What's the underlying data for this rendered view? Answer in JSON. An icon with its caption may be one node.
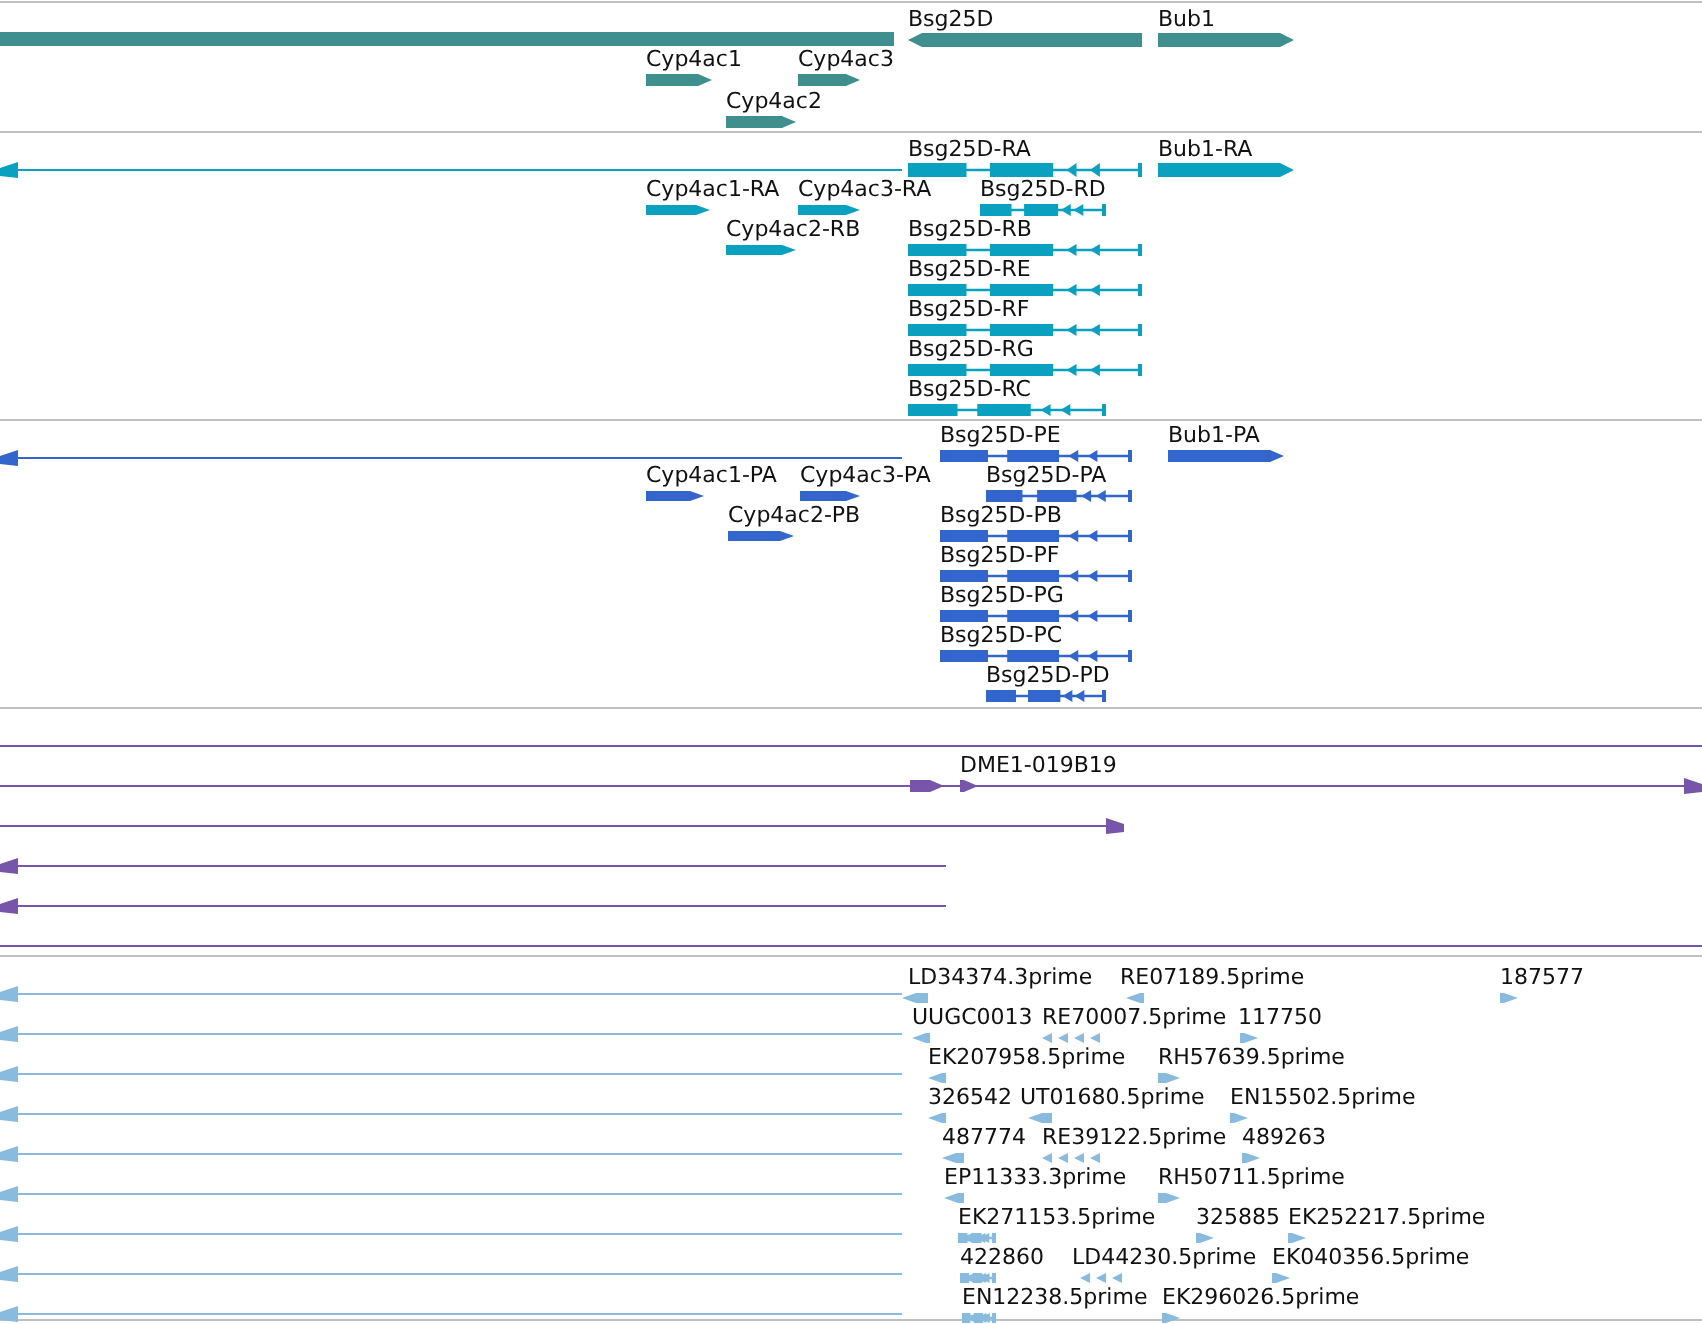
{
  "diagram": {
    "labels": [
      "Bsg25D",
      "Bub1",
      "Cyp4ac1",
      "Cyp4ac3",
      "Cyp4ac2",
      "Bsg25D-RA",
      "Bub1-RA",
      "Cyp4ac1-RA",
      "Cyp4ac3-RA",
      "Bsg25D-RD",
      "Cyp4ac2-RB",
      "Bsg25D-RB",
      "Bsg25D-RE",
      "Bsg25D-RF",
      "Bsg25D-RG",
      "Bsg25D-RC",
      "Bsg25D-PE",
      "Bub1-PA",
      "Cyp4ac1-PA",
      "Cyp4ac3-PA",
      "Bsg25D-PA",
      "Cyp4ac2-PB",
      "Bsg25D-PB",
      "Bsg25D-PF",
      "Bsg25D-PG",
      "Bsg25D-PC",
      "Bsg25D-PD",
      "DME1-019B19",
      "LD34374.3prime",
      "RE07189.5prime",
      "187577",
      "UUGC0013",
      "RE70007.5prime",
      "117750",
      "EK207958.5prime",
      "RH57639.5prime",
      "326542",
      "UT01680.5prime",
      "EN15502.5prime",
      "487774",
      "RE39122.5prime",
      "489263",
      "EP11333.3prime",
      "RH50711.5prime",
      "EK271153.5prime",
      "325885",
      "EK252217.5prime",
      "422860",
      "LD44230.5prime",
      "EK040356.5prime",
      "EN12238.5prime",
      "EK296026.5prime"
    ]
  }
}
